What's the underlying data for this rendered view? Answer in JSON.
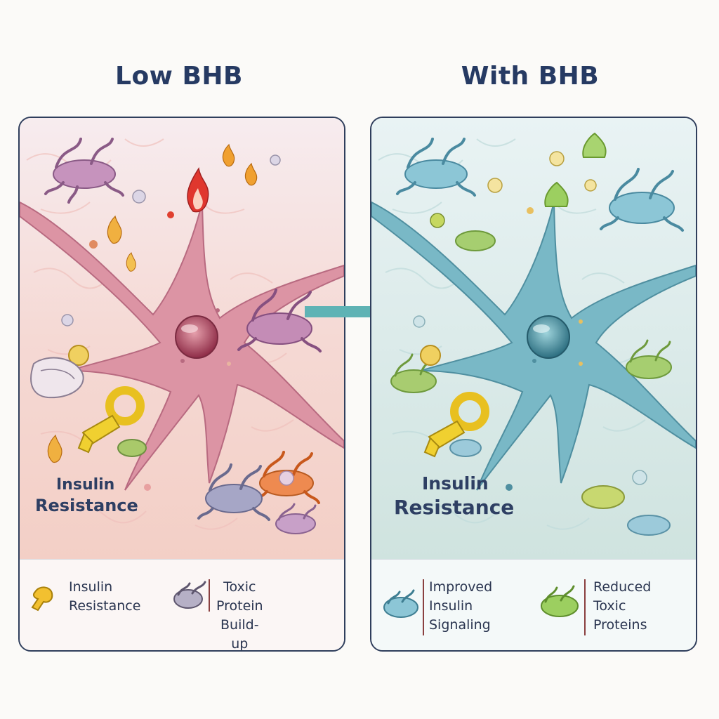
{
  "panels": {
    "left": {
      "title": "Low BHB",
      "label_line1": "Insulin",
      "label_line2": "Resistance",
      "legend": [
        {
          "text": "Insulin\nResistance",
          "icon": "insulin-key-icon"
        },
        {
          "text": "Toxic Protein\nBuild-up",
          "icon": "toxic-protein-icon"
        }
      ]
    },
    "right": {
      "title": "With BHB",
      "label_line1": "Insulin",
      "label_line2": "Resistance",
      "legend": [
        {
          "text": "Improved\nInsulin\nSignaling",
          "icon": "receptor-icon"
        },
        {
          "text": "Reduced\nToxic\nProteins",
          "icon": "cleared-protein-icon"
        }
      ]
    }
  },
  "colors": {
    "left_bg": "#f6d8d2",
    "right_bg": "#dcecea",
    "neuron_left": "#d98fa1",
    "neuron_right": "#6fb2c0",
    "arrow": "#5fb3b5",
    "title": "#263a63"
  }
}
